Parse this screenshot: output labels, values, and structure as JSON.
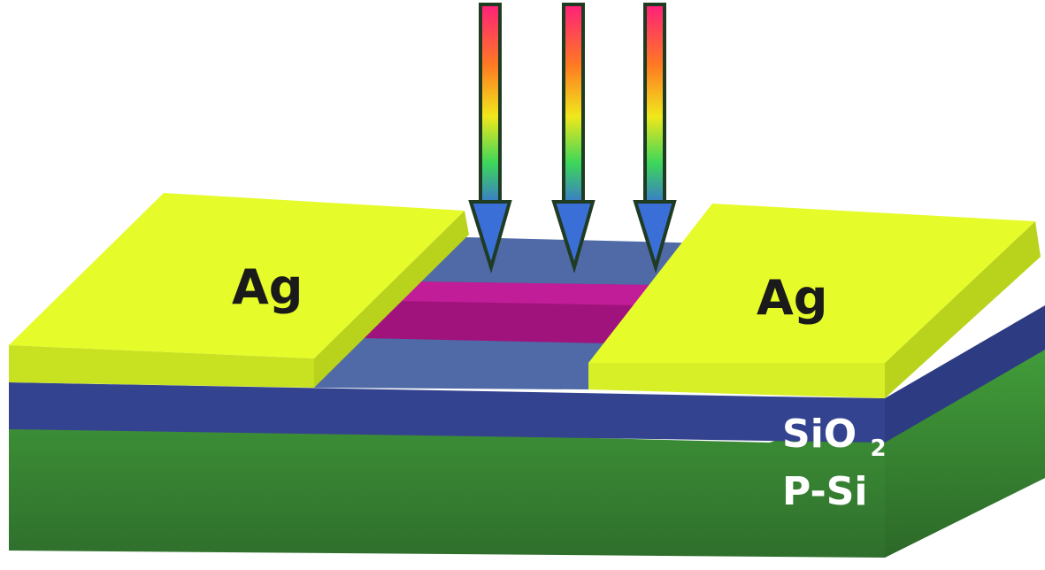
{
  "labels": {
    "electrode_left": "Ag",
    "electrode_right": "Ag",
    "oxide": "SiO",
    "oxide_subscript": "2",
    "substrate": "P-Si"
  },
  "colors": {
    "electrode": "#e5fb2a",
    "electrode_edge": "#b9d31c",
    "oxide": "#34438f",
    "oxide_top": "#4f6aa6",
    "substrate": "#3b8c36",
    "channel": "#a0137c",
    "channel_top": "#c9209f",
    "label_dark": "#1a1a1a",
    "label_light": "#ffffff"
  },
  "arrows": {
    "count": 3,
    "gradient": [
      "#ff1f7a",
      "#ff7a22",
      "#f0e81c",
      "#3cd65a",
      "#3a6fd8"
    ]
  }
}
